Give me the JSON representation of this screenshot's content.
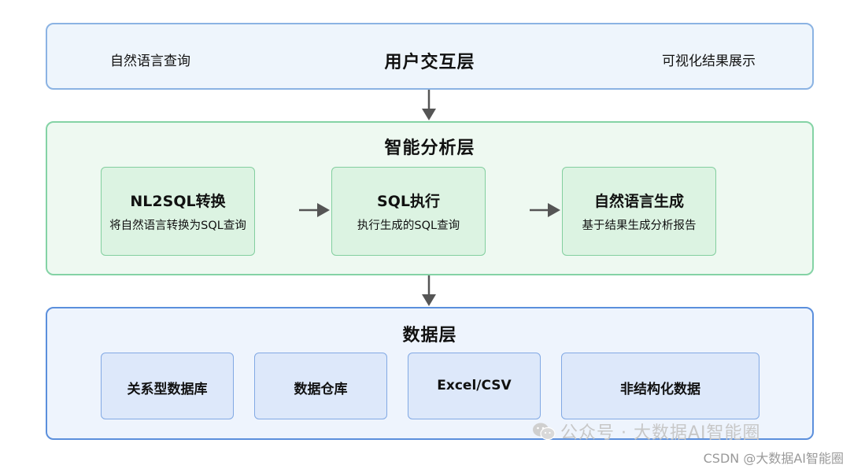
{
  "user_layer": {
    "title": "用户交互层",
    "left_text": "自然语言查询",
    "right_text": "可视化结果展示"
  },
  "ai_layer": {
    "title": "智能分析层",
    "boxes": [
      {
        "title": "NL2SQL转换",
        "subtitle": "将自然语言转换为SQL查询"
      },
      {
        "title": "SQL执行",
        "subtitle": "执行生成的SQL查询"
      },
      {
        "title": "自然语言生成",
        "subtitle": "基于结果生成分析报告"
      }
    ]
  },
  "data_layer": {
    "title": "数据层",
    "boxes": [
      {
        "label": "关系型数据库"
      },
      {
        "label": "数据仓库"
      },
      {
        "label": "Excel/CSV"
      },
      {
        "label": "非结构化数据"
      }
    ]
  },
  "watermark": {
    "wechat": "公众号 · 大数据AI智能圈",
    "csdn": "CSDN @大数据AI智能圈"
  },
  "colors": {
    "user_layer_fill": "#eef5fc",
    "user_layer_border": "#8bb3e3",
    "ai_layer_fill": "#eef9f1",
    "ai_layer_border": "#84d3a5",
    "ai_box_fill": "#dcf3e2",
    "data_layer_fill": "#eef4fd",
    "data_layer_border": "#5b8fdc",
    "data_box_fill": "#dde8fa",
    "arrow": "#555555"
  }
}
